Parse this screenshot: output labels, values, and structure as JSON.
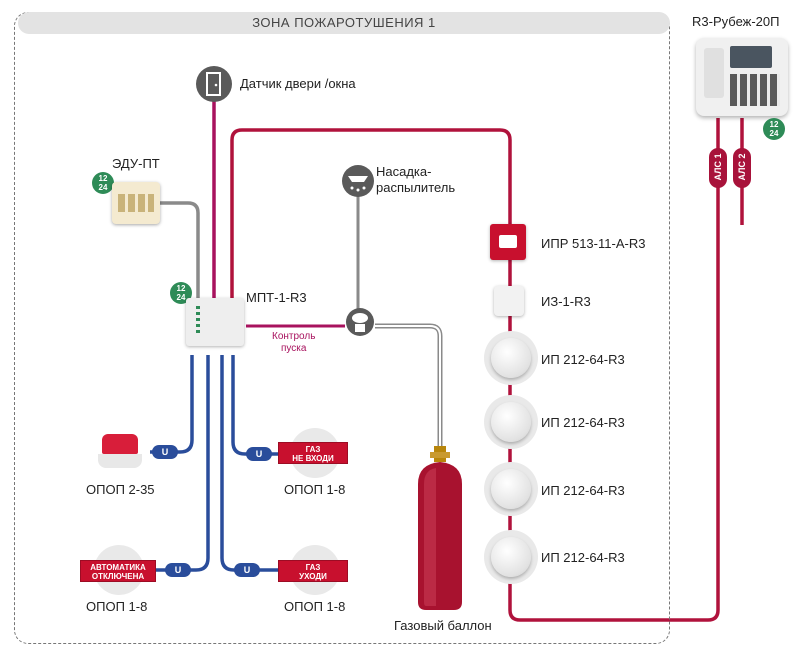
{
  "zone": {
    "title": "ЗОНА ПОЖАРОТУШЕНИЯ 1"
  },
  "controller": {
    "label": "R3-Рубеж-20П",
    "power": "12\n24"
  },
  "alc": [
    "АЛС 1",
    "АЛС 2"
  ],
  "devices": {
    "door_sensor": "Датчик двери /окна",
    "edu": "ЭДУ-ПТ",
    "mpt": "МПТ-1-R3",
    "nozzle": "Насадка-\nраспылитель",
    "start_control": "Контроль\nпуска",
    "ipr": "ИПР 513-11-А-R3",
    "iz": "ИЗ-1-R3",
    "ip_1": "ИП 212-64-R3",
    "ip_2": "ИП 212-64-R3",
    "ip_3": "ИП 212-64-R3",
    "ip_4": "ИП 212-64-R3",
    "opop_235": "ОПОП 2-35",
    "opop_gas_enter": "ОПОП 1-8",
    "opop_auto_off": "ОПОП 1-8",
    "opop_gas_leave": "ОПОП 1-8",
    "gas_cylinder": "Газовый баллон"
  },
  "signs": {
    "gas_no_enter": "ГАЗ\nНЕ ВХОДИ",
    "auto_off": "АВТОМАТИКА\nОТКЛЮЧЕНА",
    "gas_leave": "ГАЗ\nУХОДИ"
  },
  "power_badge": "12\n24",
  "u_label": "U",
  "colors": {
    "red_line": "#b0123c",
    "blue_line": "#2a4d9b",
    "gray_line": "#8a8a8a",
    "badge": "#2e8b57"
  }
}
